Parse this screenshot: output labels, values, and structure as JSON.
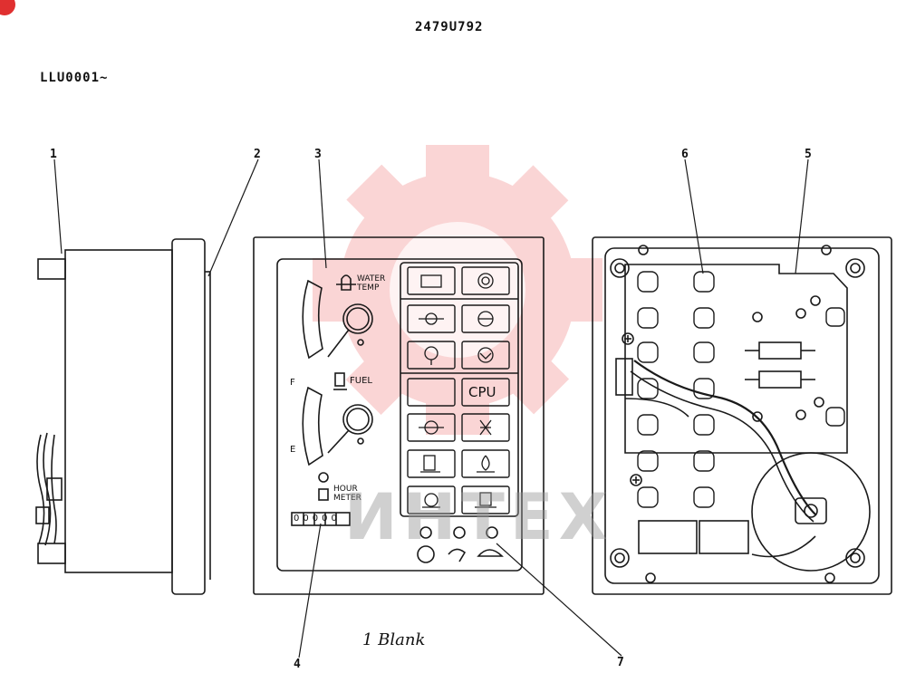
{
  "header": {
    "drawing_number": "2479U792",
    "serial_range": "LLU0001~"
  },
  "callouts": [
    "1",
    "2",
    "3",
    "4",
    "5",
    "6",
    "7"
  ],
  "panel": {
    "water_temp_label_1": "WATER",
    "water_temp_label_2": "TEMP",
    "fuel_label": "FUEL",
    "fuel_full": "F",
    "fuel_empty": "E",
    "hour_meter_label_1": "HOUR",
    "hour_meter_label_2": "METER",
    "hour_meter_digits": "00000",
    "cpu_label": "CPU"
  },
  "handwritten_note": "1 Blank",
  "watermark": "ИНТЕХ",
  "colors": {
    "line": "#1a1a1a",
    "watermark_red": "#f4a5a5"
  }
}
